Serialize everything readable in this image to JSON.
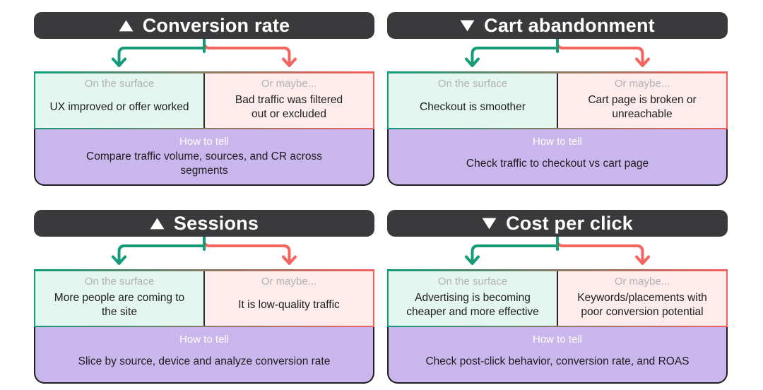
{
  "colors": {
    "header_bg": "#3a3a3c",
    "green": "#149c78",
    "red": "#f4655f",
    "mint_bg": "#e4f6f0",
    "pink_bg": "#fdeceb",
    "purple_bg": "#c8b6ec",
    "label_gray": "#b2b2b2",
    "text_dark": "#1d1d1f"
  },
  "labels": {
    "surface": "On the surface",
    "maybe": "Or maybe...",
    "how": "How to tell"
  },
  "panels": [
    {
      "title": "Conversion rate",
      "direction": "up",
      "surface_text": "UX improved or offer worked",
      "maybe_text": "Bad traffic was filtered\nout or excluded",
      "how_text": "Compare traffic volume, sources, and CR across\nsegments"
    },
    {
      "title": "Cart abandonment",
      "direction": "down",
      "surface_text": "Checkout is smoother",
      "maybe_text": "Cart page is broken or\nunreachable",
      "how_text": "Check traffic to checkout vs cart page"
    },
    {
      "title": "Sessions",
      "direction": "up",
      "surface_text": "More people are coming to\nthe site",
      "maybe_text": "It is low-quality traffic",
      "how_text": "Slice by source, device and analyze conversion rate"
    },
    {
      "title": "Cost per click",
      "direction": "down",
      "surface_text": "Advertising is becoming\ncheaper and more effective",
      "maybe_text": "Keywords/placements with\npoor conversion potential",
      "how_text": "Check post-click behavior, conversion rate, and ROAS"
    }
  ]
}
